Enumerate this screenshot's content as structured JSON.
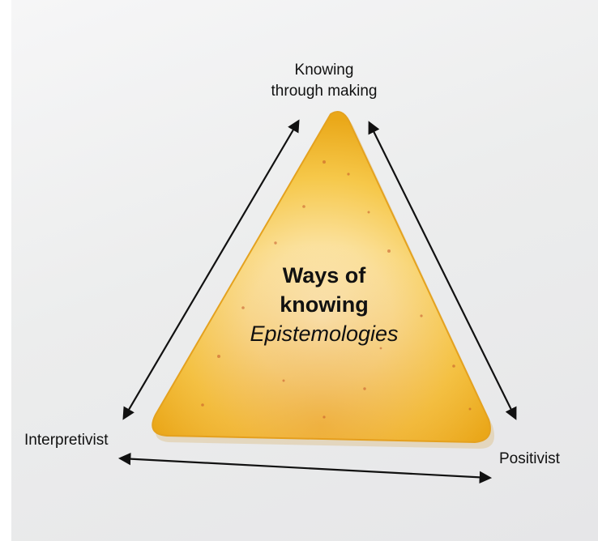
{
  "diagram": {
    "vertex_top_label_line1": "Knowing",
    "vertex_top_label_line2": "through making",
    "vertex_left_label": "Interpretivist",
    "vertex_right_label": "Positivist",
    "center_line1": "Ways of",
    "center_line2": "knowing",
    "center_line3": "Epistemologies"
  },
  "colors": {
    "chip_light": "#fbe7a6",
    "chip_mid": "#f5c23b",
    "chip_dark": "#e9a618",
    "arrow": "#111111"
  }
}
